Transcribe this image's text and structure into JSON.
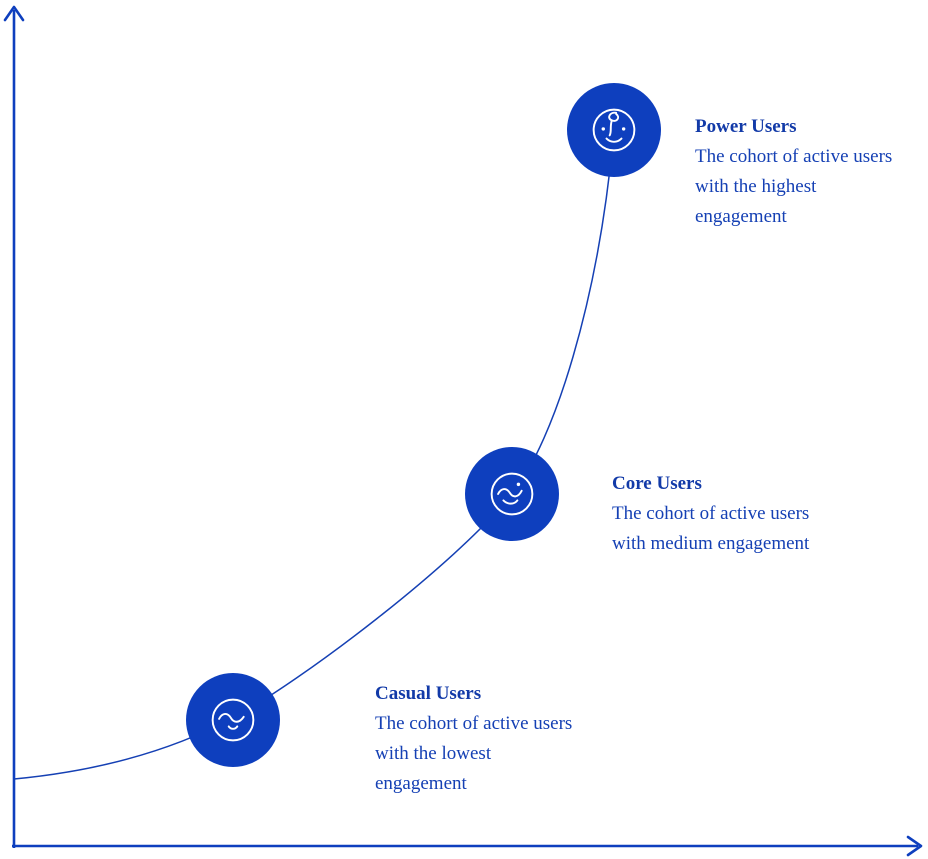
{
  "diagram": {
    "accent_color": "#0e3fbe",
    "curve_color": "#1540b4",
    "points": [
      {
        "id": "casual",
        "title": "Casual Users",
        "description": "The cohort of active users with the lowest engagement"
      },
      {
        "id": "core",
        "title": "Core Users",
        "description": "The cohort of active users with medium engagement"
      },
      {
        "id": "power",
        "title": "Power Users",
        "description": "The cohort of active users with the highest engagement"
      }
    ]
  }
}
